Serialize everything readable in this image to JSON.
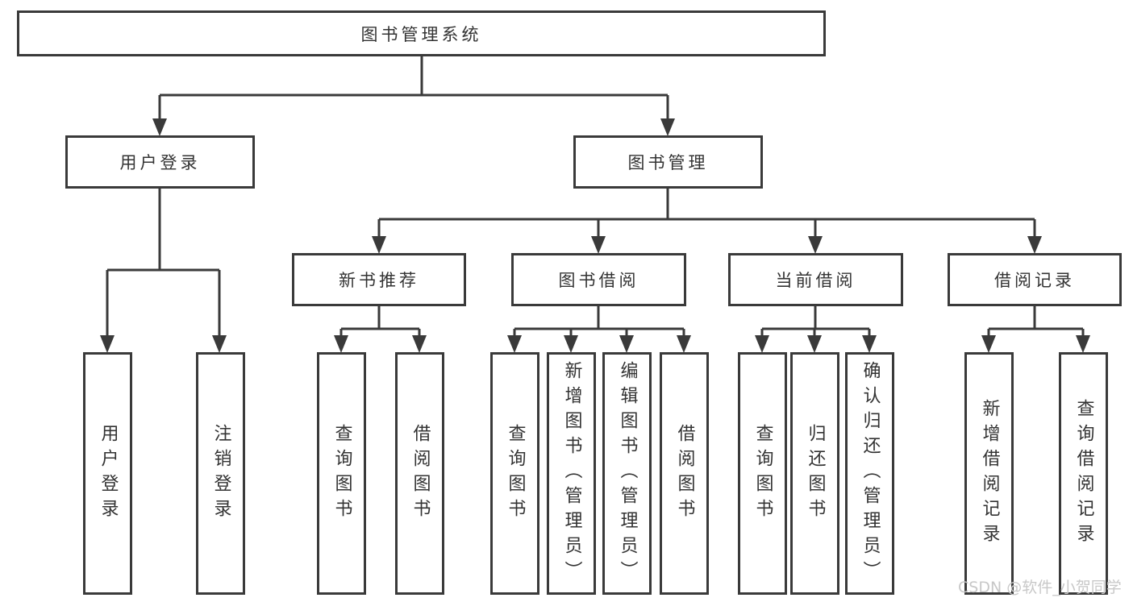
{
  "colors": {
    "line": "#3a3a3a",
    "text": "#333333",
    "watermark": "#c8c8c8",
    "background": "#ffffff"
  },
  "watermark": "CSDN @软件_小贺同学",
  "tree": {
    "label": "图书管理系统",
    "children": [
      {
        "label": "用户登录",
        "children": [
          {
            "label": "用户登录"
          },
          {
            "label": "注销登录"
          }
        ]
      },
      {
        "label": "图书管理",
        "children": [
          {
            "label": "新书推荐",
            "children": [
              {
                "label": "查询图书"
              },
              {
                "label": "借阅图书"
              }
            ]
          },
          {
            "label": "图书借阅",
            "children": [
              {
                "label": "查询图书"
              },
              {
                "label": "新增图书（管理员）"
              },
              {
                "label": "编辑图书（管理员）"
              },
              {
                "label": "借阅图书"
              }
            ]
          },
          {
            "label": "当前借阅",
            "children": [
              {
                "label": "查询图书"
              },
              {
                "label": "归还图书"
              },
              {
                "label": "确认归还（管理员）"
              }
            ]
          },
          {
            "label": "借阅记录",
            "children": [
              {
                "label": "新增借阅记录"
              },
              {
                "label": "查询借阅记录"
              }
            ]
          }
        ]
      }
    ]
  }
}
